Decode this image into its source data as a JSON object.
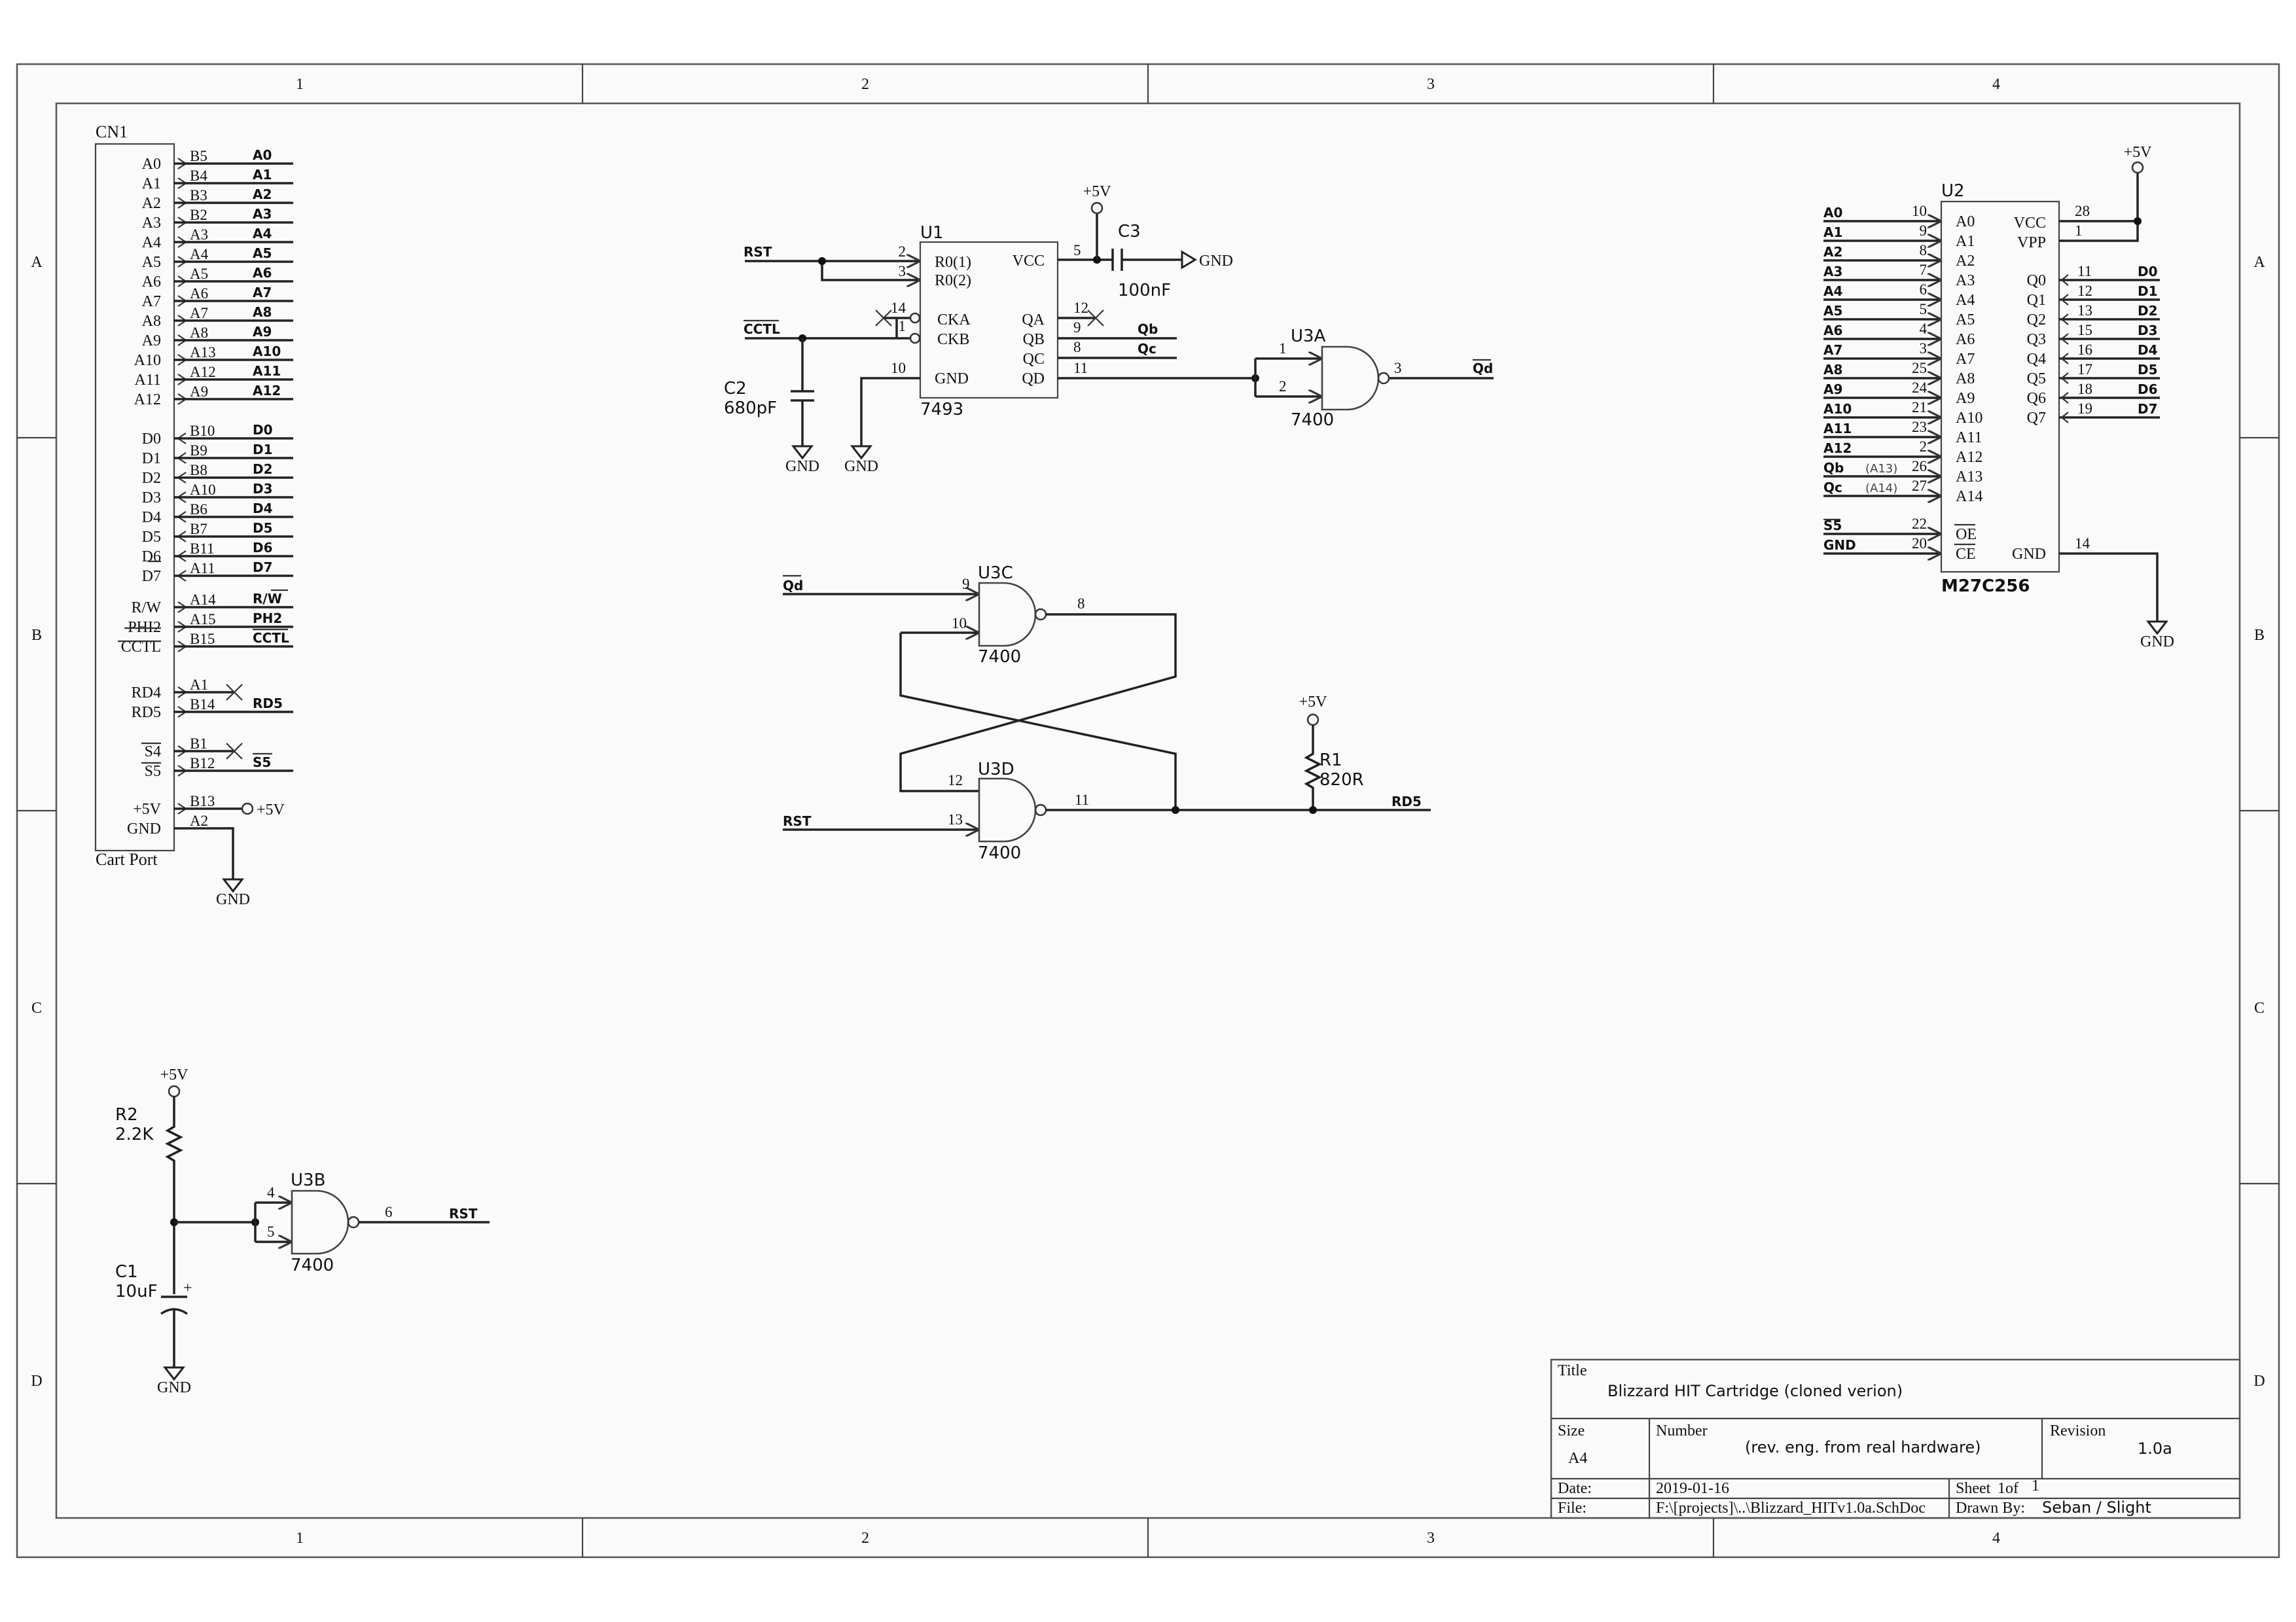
{
  "frame": {
    "col_labels": [
      "1",
      "2",
      "3",
      "4"
    ],
    "row_labels": [
      "A",
      "B",
      "C",
      "D"
    ]
  },
  "cn1": {
    "ref": "CN1",
    "caption": "Cart Port",
    "pins": [
      {
        "name": "A0",
        "pin": "B5",
        "net": "A0"
      },
      {
        "name": "A1",
        "pin": "B4",
        "net": "A1"
      },
      {
        "name": "A2",
        "pin": "B3",
        "net": "A2"
      },
      {
        "name": "A3",
        "pin": "B2",
        "net": "A3"
      },
      {
        "name": "A4",
        "pin": "A3",
        "net": "A4"
      },
      {
        "name": "A5",
        "pin": "A4",
        "net": "A5"
      },
      {
        "name": "A6",
        "pin": "A5",
        "net": "A6"
      },
      {
        "name": "A7",
        "pin": "A6",
        "net": "A7"
      },
      {
        "name": "A8",
        "pin": "A7",
        "net": "A8"
      },
      {
        "name": "A9",
        "pin": "A8",
        "net": "A9"
      },
      {
        "name": "A10",
        "pin": "A13",
        "net": "A10"
      },
      {
        "name": "A11",
        "pin": "A12",
        "net": "A11"
      },
      {
        "name": "A12",
        "pin": "A9",
        "net": "A12"
      },
      {
        "name": "D0",
        "pin": "B10",
        "net": "D0"
      },
      {
        "name": "D1",
        "pin": "B9",
        "net": "D1"
      },
      {
        "name": "D2",
        "pin": "B8",
        "net": "D2"
      },
      {
        "name": "D3",
        "pin": "A10",
        "net": "D3"
      },
      {
        "name": "D4",
        "pin": "B6",
        "net": "D4"
      },
      {
        "name": "D5",
        "pin": "B7",
        "net": "D5"
      },
      {
        "name": "D6",
        "pin": "B11",
        "net": "D6"
      },
      {
        "name": "D7",
        "pin": "A11",
        "net": "D7"
      },
      {
        "name": "R/W",
        "pin": "A14",
        "net": "R/W"
      },
      {
        "name": "PHI2",
        "pin": "A15",
        "net": "PH2"
      },
      {
        "name": "CCTL",
        "pin": "B15",
        "net": "CCTL"
      },
      {
        "name": "RD4",
        "pin": "A1",
        "net": ""
      },
      {
        "name": "RD5",
        "pin": "B14",
        "net": "RD5"
      },
      {
        "name": "S4",
        "pin": "B1",
        "net": ""
      },
      {
        "name": "S5",
        "pin": "B12",
        "net": "S5"
      },
      {
        "name": "+5V",
        "pin": "B13",
        "net": "+5V"
      },
      {
        "name": "GND",
        "pin": "A2",
        "net": ""
      }
    ],
    "gnd": "GND"
  },
  "u1": {
    "ref": "U1",
    "part": "7493",
    "left_pins": [
      {
        "name": "R0(1)",
        "num": "2"
      },
      {
        "name": "R0(2)",
        "num": "3"
      },
      {
        "name": "CKA",
        "num": "14"
      },
      {
        "name": "CKB",
        "num": "1"
      },
      {
        "name": "GND",
        "num": "10"
      }
    ],
    "right_pins": [
      {
        "name": "VCC",
        "num": "5"
      },
      {
        "name": "QA",
        "num": "12"
      },
      {
        "name": "QB",
        "num": "9"
      },
      {
        "name": "QC",
        "num": "8"
      },
      {
        "name": "QD",
        "num": "11"
      }
    ],
    "net_rst": "RST",
    "net_cctl": "CCTL",
    "net_qb": "Qb",
    "net_qc": "Qc",
    "vcc": "+5V",
    "gnd1": "GND",
    "gnd2": "GND"
  },
  "c2": {
    "ref": "C2",
    "value": "680pF"
  },
  "c3": {
    "ref": "C3",
    "value": "100nF",
    "gnd": "GND"
  },
  "u3a": {
    "ref": "U3A",
    "part": "7400",
    "pin_a": "1",
    "pin_b": "2",
    "pin_out": "3",
    "net_out": "Qd"
  },
  "u3c": {
    "ref": "U3C",
    "part": "7400",
    "pin_a": "9",
    "pin_b": "10",
    "pin_out": "8",
    "net_in": "Qd"
  },
  "u3d": {
    "ref": "U3D",
    "part": "7400",
    "pin_a": "12",
    "pin_b": "13",
    "pin_out": "11",
    "net_in": "RST"
  },
  "r1": {
    "ref": "R1",
    "value": "820R",
    "vcc": "+5V",
    "net_out": "RD5"
  },
  "u2": {
    "ref": "U2",
    "part": "M27C256",
    "vcc": "+5V",
    "gnd": "GND",
    "inputs": [
      {
        "net": "A0",
        "num": "10",
        "name": "A0",
        "note": ""
      },
      {
        "net": "A1",
        "num": "9",
        "name": "A1",
        "note": ""
      },
      {
        "net": "A2",
        "num": "8",
        "name": "A2",
        "note": ""
      },
      {
        "net": "A3",
        "num": "7",
        "name": "A3",
        "note": ""
      },
      {
        "net": "A4",
        "num": "6",
        "name": "A4",
        "note": ""
      },
      {
        "net": "A5",
        "num": "5",
        "name": "A5",
        "note": ""
      },
      {
        "net": "A6",
        "num": "4",
        "name": "A6",
        "note": ""
      },
      {
        "net": "A7",
        "num": "3",
        "name": "A7",
        "note": ""
      },
      {
        "net": "A8",
        "num": "25",
        "name": "A8",
        "note": ""
      },
      {
        "net": "A9",
        "num": "24",
        "name": "A9",
        "note": ""
      },
      {
        "net": "A10",
        "num": "21",
        "name": "A10",
        "note": ""
      },
      {
        "net": "A11",
        "num": "23",
        "name": "A11",
        "note": ""
      },
      {
        "net": "A12",
        "num": "2",
        "name": "A12",
        "note": ""
      },
      {
        "net": "Qb",
        "num": "26",
        "name": "A13",
        "note": "(A13)"
      },
      {
        "net": "Qc",
        "num": "27",
        "name": "A14",
        "note": "(A14)"
      }
    ],
    "ctrl": [
      {
        "net": "S5",
        "num": "22",
        "name": "OE"
      },
      {
        "net": "GND",
        "num": "20",
        "name": "CE"
      }
    ],
    "outputs": [
      {
        "name": "Q0",
        "num": "11",
        "net": "D0"
      },
      {
        "name": "Q1",
        "num": "12",
        "net": "D1"
      },
      {
        "name": "Q2",
        "num": "13",
        "net": "D2"
      },
      {
        "name": "Q3",
        "num": "15",
        "net": "D3"
      },
      {
        "name": "Q4",
        "num": "16",
        "net": "D4"
      },
      {
        "name": "Q5",
        "num": "17",
        "net": "D5"
      },
      {
        "name": "Q6",
        "num": "18",
        "net": "D6"
      },
      {
        "name": "Q7",
        "num": "19",
        "net": "D7"
      }
    ],
    "vcc_pin": {
      "name": "VCC",
      "num": "28"
    },
    "vpp_pin": {
      "name": "VPP",
      "num": "1"
    },
    "gnd_pin": {
      "name": "GND",
      "num": "14"
    }
  },
  "reset": {
    "vcc": "+5V",
    "r2_ref": "R2",
    "r2_value": "2.2K",
    "c1_ref": "C1",
    "c1_value": "10uF",
    "c1_plus": "+",
    "gnd": "GND",
    "u3b_ref": "U3B",
    "u3b_part": "7400",
    "pin_a": "4",
    "pin_b": "5",
    "pin_out": "6",
    "net_out": "RST"
  },
  "title_block": {
    "title_label": "Title",
    "title": "Blizzard HIT Cartridge (cloned verion)",
    "size_label": "Size",
    "size": "A4",
    "number_label": "Number",
    "number": "(rev. eng. from real hardware)",
    "revision_label": "Revision",
    "revision": "1.0a",
    "date_label": "Date:",
    "date": "2019-01-16",
    "sheet_label": "Sheet",
    "sheet_of": "1of",
    "sheet_num": "1",
    "sheet_total": "1",
    "file_label": "File:",
    "file": "F:\\[projects]\\..\\Blizzard_HITv1.0a.SchDoc",
    "drawn_label": "Drawn By:",
    "drawn": "Seban / Slight"
  }
}
